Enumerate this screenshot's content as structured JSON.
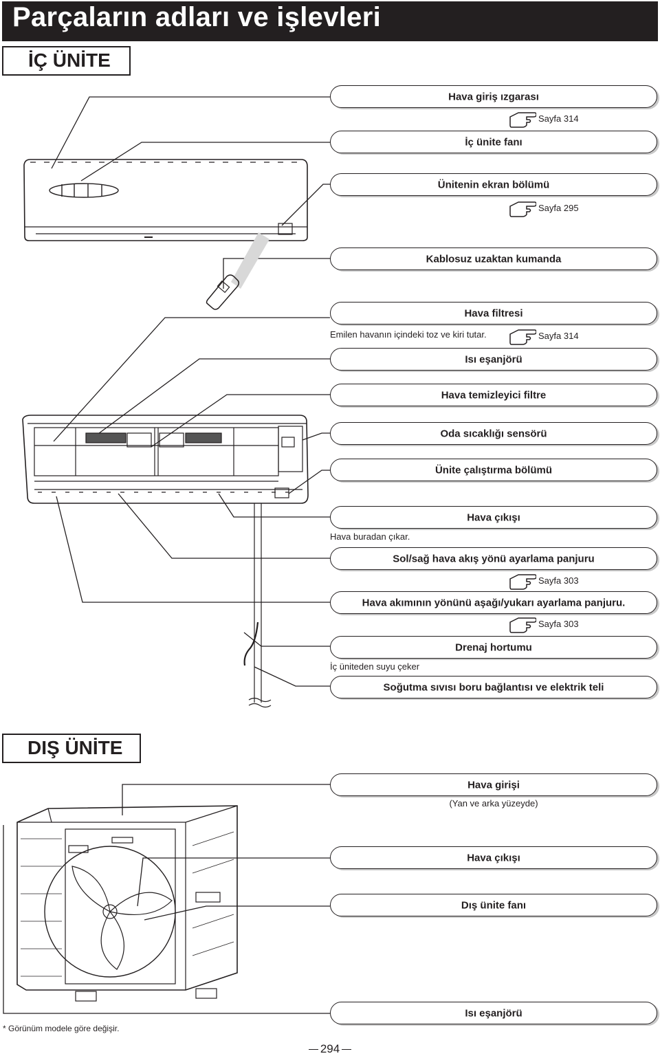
{
  "page_title": "Parçaların adları ve işlevleri",
  "indoor": {
    "heading": "İÇ ÜNİTE",
    "labels": {
      "air_inlet_grille": "Hava giriş ızgarası",
      "indoor_fan": "İç ünite fanı",
      "display": "Ünitenin ekran bölümü",
      "remote": "Kablosuz uzaktan kumanda",
      "air_filter": "Hava filtresi",
      "heat_exchanger": "Isı eşanjörü",
      "air_purifying_filter": "Hava temizleyici filtre",
      "room_temp_sensor": "Oda sıcaklığı sensörü",
      "operation_section": "Ünite çalıştırma bölümü",
      "air_outlet": "Hava çıkışı",
      "lr_louver": "Sol/sağ hava akış yönü ayarlama panjuru",
      "ud_louver": "Hava akımının yönünü aşağı/yukarı ayarlama panjuru.",
      "drain_hose": "Drenaj hortumu",
      "piping": "Soğutma sıvısı boru bağlantısı ve elektrik teli"
    },
    "refs": {
      "ref1": "Sayfa 314",
      "ref2": "Sayfa 295",
      "ref3": "Sayfa 314",
      "ref4": "Sayfa 303",
      "ref5": "Sayfa 303"
    },
    "notes": {
      "filter_note": "Emilen havanın içindeki toz ve kiri tutar.",
      "outlet_note": "Hava buradan çıkar.",
      "drain_note": "İç üniteden suyu çeker"
    }
  },
  "outdoor": {
    "heading": "DIŞ ÜNİTE",
    "labels": {
      "air_inlet": "Hava girişi",
      "air_inlet_sub": "(Yan ve arka yüzeyde)",
      "air_outlet": "Hava çıkışı",
      "outdoor_fan": "Dış ünite fanı",
      "heat_exchanger": "Isı eşanjörü"
    }
  },
  "footnote": "* Görünüm modele göre değişir.",
  "page_number": "294",
  "colors": {
    "ink": "#231f20",
    "shadow": "#c8c8c8"
  },
  "icons": [
    "pointing-hand-icon"
  ]
}
